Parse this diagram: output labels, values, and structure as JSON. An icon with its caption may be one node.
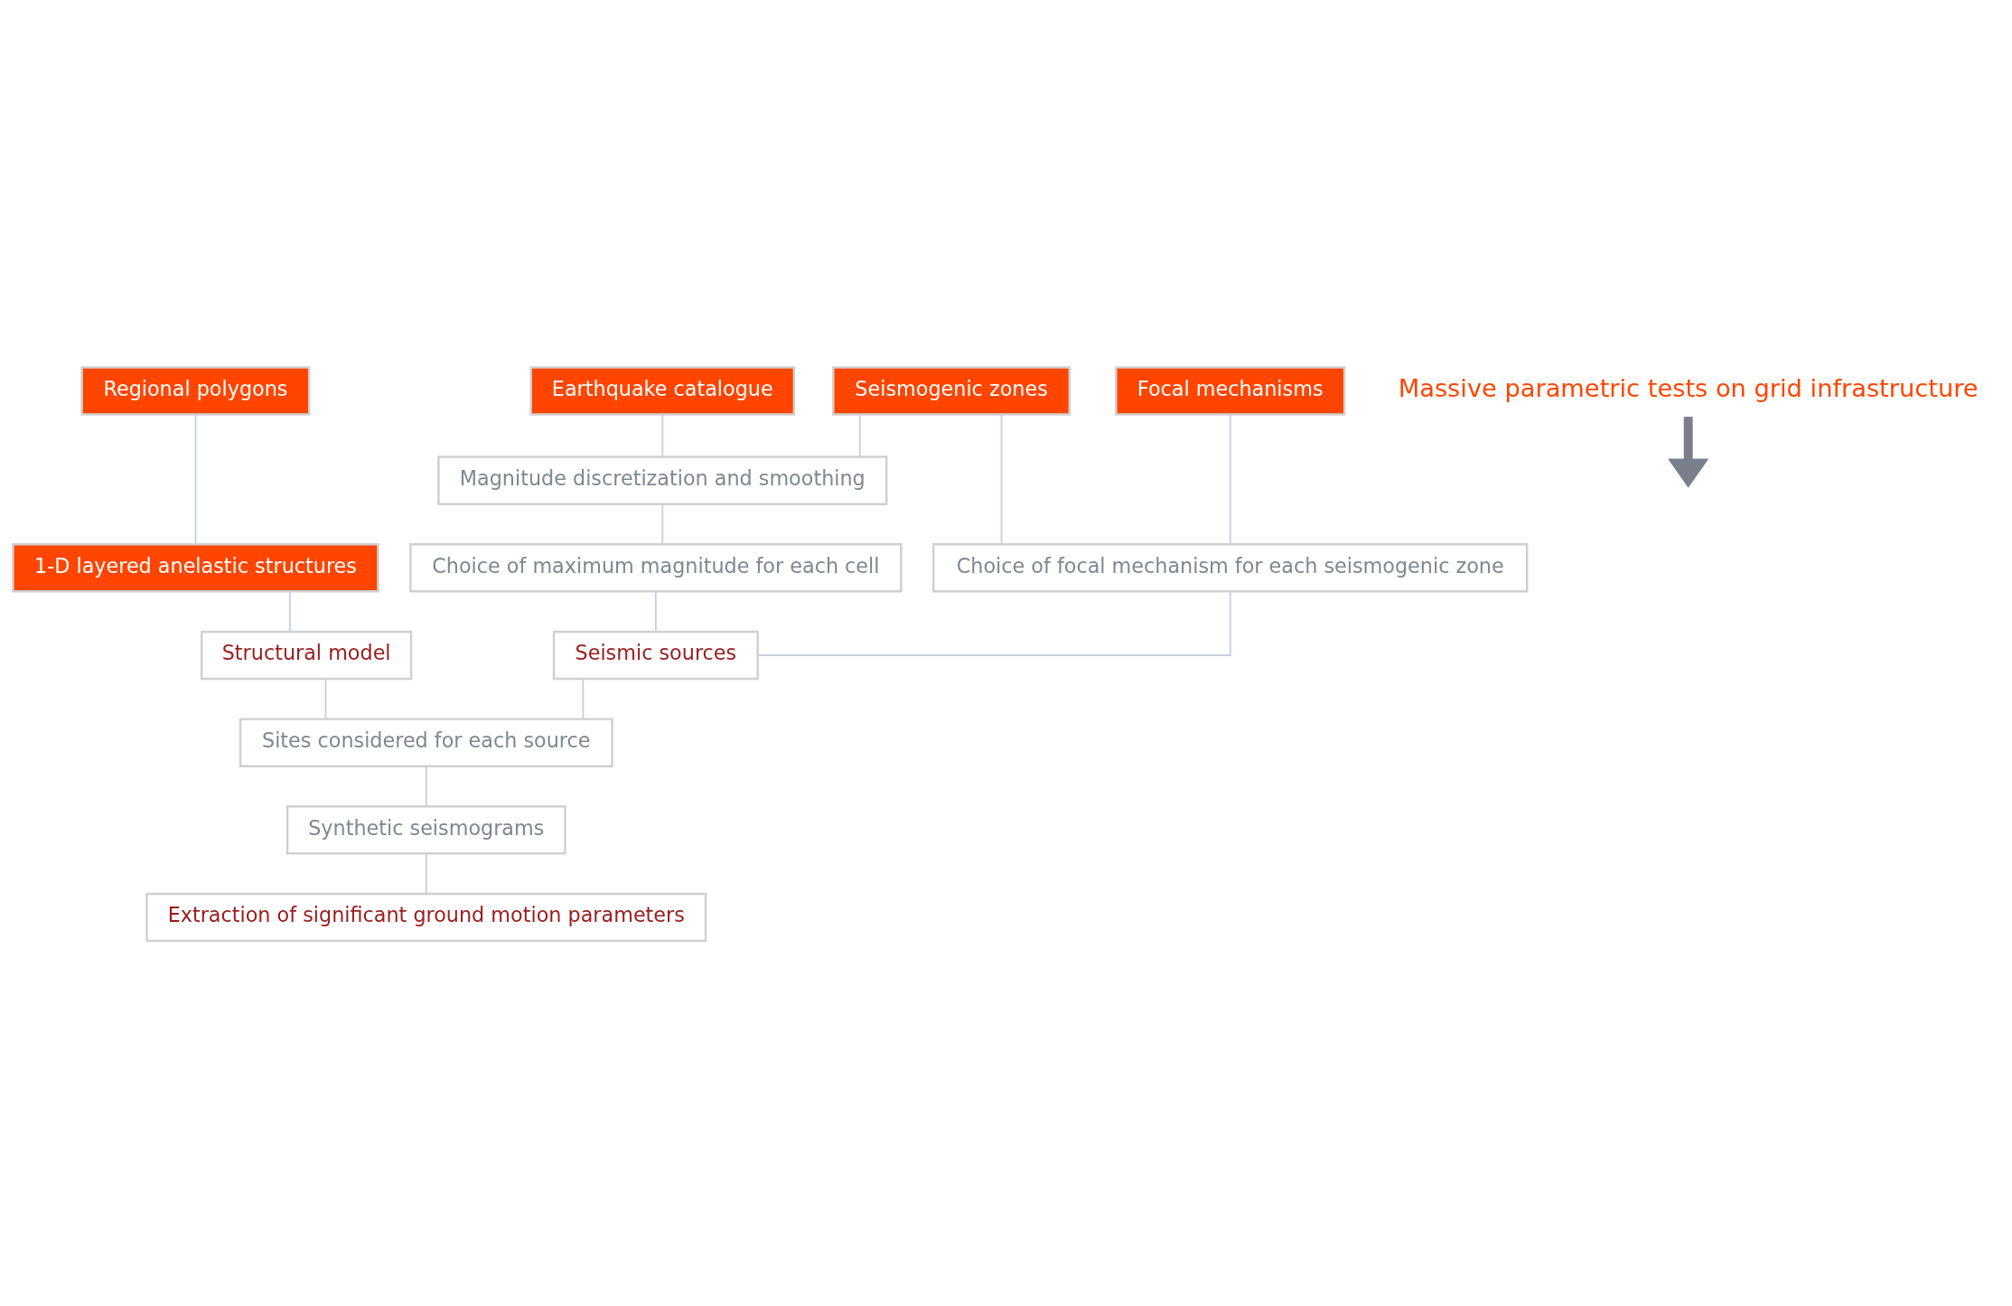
{
  "diagram": {
    "nodes": [
      {
        "text": [
          "Regional polygons"
        ]
      },
      {
        "text": [
          "Earthquake catalogue"
        ]
      },
      {
        "text": [
          "Seismogenic zones"
        ]
      },
      {
        "text": [
          "Focal mechanisms"
        ]
      },
      {
        "text": [
          "1-D layered anelastic structures"
        ]
      },
      {
        "text": [
          "Magnitude discretization and smoothing"
        ]
      },
      {
        "text": [
          "Choice of maximum magnitude for each cell"
        ]
      },
      {
        "text": [
          "Choice of focal mechanism for each seismogenic zone"
        ]
      },
      {
        "text": [
          "Structural model"
        ]
      },
      {
        "text": [
          "Seismic sources"
        ]
      },
      {
        "text": [
          "Sites considered for each source"
        ]
      },
      {
        "text": [
          "Synthetic seismograms"
        ]
      },
      {
        "text": [
          "Extraction of significant ground motion parameters"
        ]
      },
      {
        "text": [
          "Massive parametric tests on grid infrastructure"
        ]
      }
    ],
    "edges": [
      {
        "from": 0,
        "to": 4,
        "arrow": "none"
      },
      {
        "from": 4,
        "to": 8,
        "arrow": "none"
      },
      {
        "from": 1,
        "to": 5,
        "arrow": "none"
      },
      {
        "from": 2,
        "to": 5,
        "arrow": "none"
      },
      {
        "from": 2,
        "to": 7,
        "arrow": "none"
      },
      {
        "from": 3,
        "to": 7,
        "arrow": "none"
      },
      {
        "from": 5,
        "to": 6,
        "arrow": "none"
      },
      {
        "from": 6,
        "to": 9,
        "arrow": "none"
      },
      {
        "from": 7,
        "to": 9,
        "arrow": "none"
      },
      {
        "from": 8,
        "to": 10,
        "arrow": "none"
      },
      {
        "from": 9,
        "to": 10,
        "arrow": "none"
      },
      {
        "from": 10,
        "to": 11,
        "arrow": "none"
      },
      {
        "from": 11,
        "to": 12,
        "arrow": "none"
      },
      {
        "from": 13,
        "to": null,
        "arrow": "to",
        "style": "thick",
        "color": "#7a7f8c"
      }
    ]
  }
}
